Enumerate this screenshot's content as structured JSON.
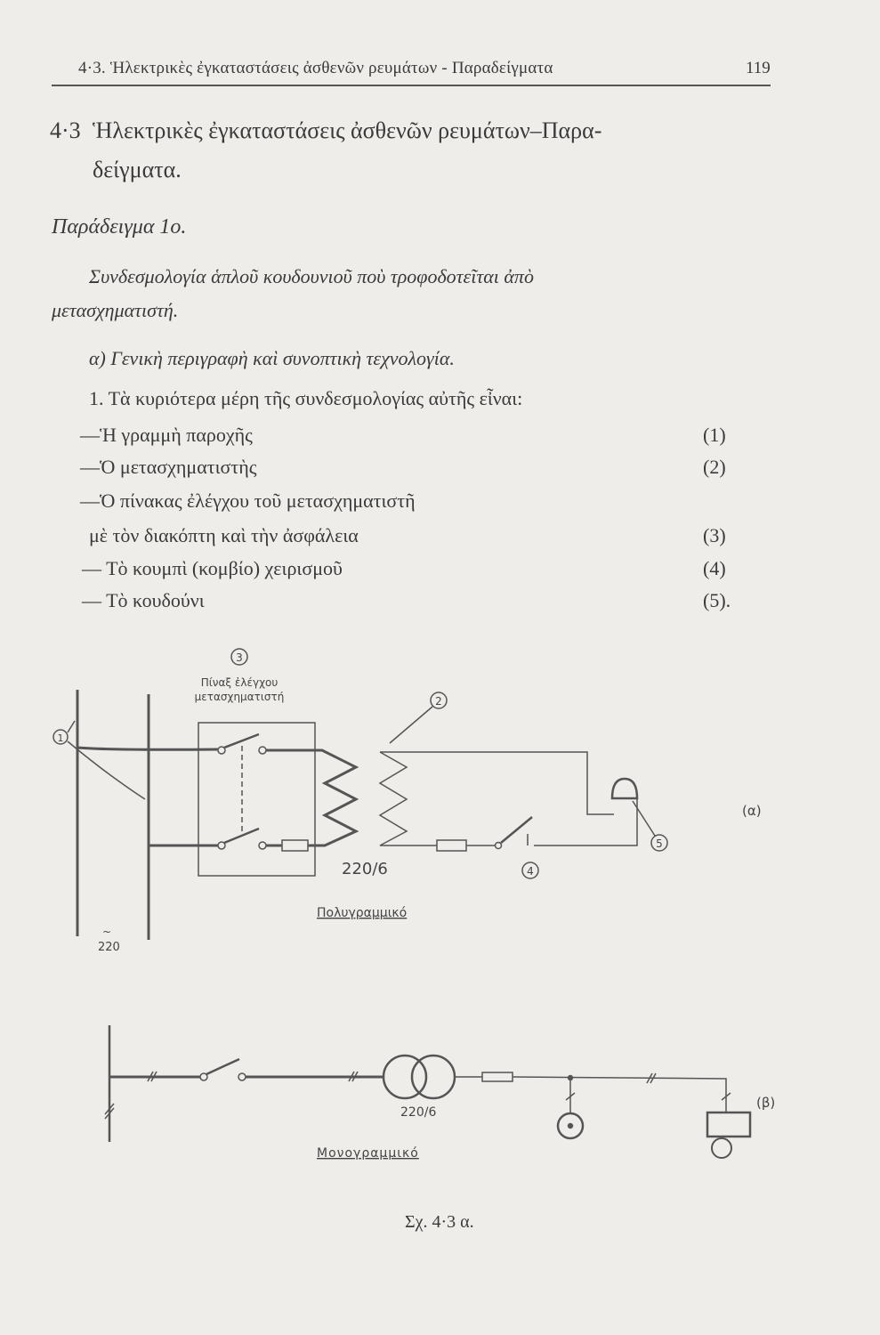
{
  "header": {
    "running_title": "4·3. Ἡλεκτρικὲς ἐγκαταστάσεις ἀσθενῶν ρευμάτων - Παραδείγματα",
    "page_number": "119"
  },
  "section": {
    "number": "4·3",
    "title_line1": "Ἡλεκτρικὲς ἐγκαταστάσεις ἀσθενῶν ρευμάτων–Παρα-",
    "title_line2": "δείγματα."
  },
  "example": {
    "title": "Παράδειγμα 1ο.",
    "subtitle_line1": "Συνδεσμολογία ἁπλοῦ κουδουνιοῦ ποὺ τροφοδοτεῖται ἀπὸ",
    "subtitle_line2": "μετασχηματιστή."
  },
  "subheading": "α) Γενικὴ περιγραφὴ καὶ συνοπτικὴ τεχνολογία.",
  "intro": "1. Τὰ κυριότερα μέρη τῆς συνδεσμολογίας αὐτῆς εἶναι:",
  "parts": [
    {
      "text": "—Ἡ γραμμὴ παροχῆς",
      "num": "(1)"
    },
    {
      "text": "—Ὁ μετασχηματιστὴς",
      "num": "(2)"
    },
    {
      "text": "—Ὁ πίνακας ἐλέγχου τοῦ μετασχηματιστῆ",
      "num": ""
    },
    {
      "text": "μὲ τὸν διακόπτη καὶ τὴν ἀσφάλεια",
      "num": "(3)"
    },
    {
      "text": "— Τὸ κουμπὶ (κομβίο) χειρισμοῦ",
      "num": "(4)"
    },
    {
      "text": "— Τὸ κουδούνι",
      "num": "(5)."
    }
  ],
  "figure": {
    "a": {
      "marker_1": "1",
      "marker_2": "2",
      "marker_3": "3",
      "marker_4": "4",
      "marker_5": "5",
      "panel_label_1": "Πίναξ ἐλέγχου",
      "panel_label_2": "μετασχηματιστή",
      "voltage_ratio": "220/6",
      "supply_voltage": "220",
      "type_label": "Πολυγραμμικό",
      "tag": "(α)"
    },
    "b": {
      "voltage_ratio": "220/6",
      "type_label": "Μονογραμμικό",
      "tag": "(β)"
    },
    "caption": "Σχ. 4·3 α."
  }
}
